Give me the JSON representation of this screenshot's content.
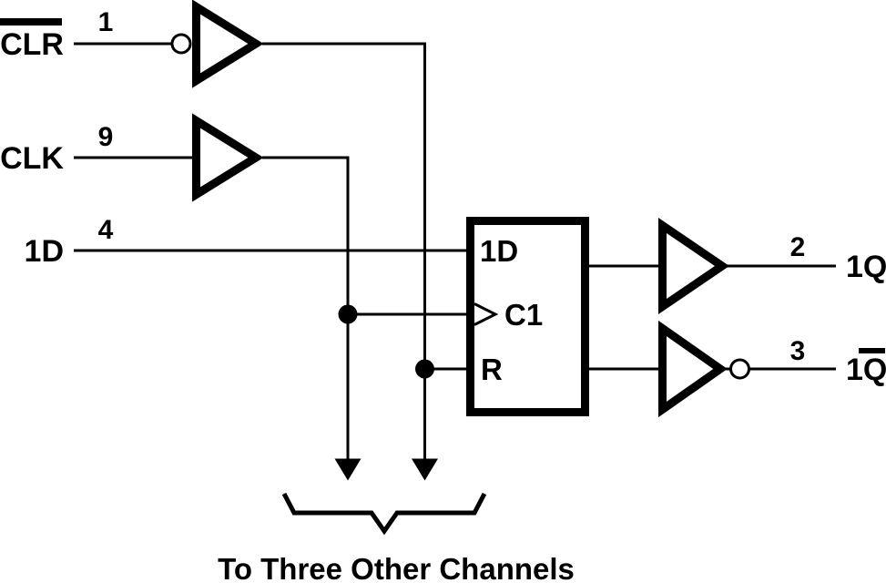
{
  "colors": {
    "ink": "#000000",
    "paper": "#ffffff"
  },
  "signals": {
    "clr": {
      "label": "CLR",
      "pin": "1",
      "active_low": true
    },
    "clk": {
      "label": "CLK",
      "pin": "9",
      "active_low": false
    },
    "d": {
      "label": "1D",
      "pin": "4",
      "active_low": false
    },
    "q": {
      "label": "1Q",
      "pin": "2",
      "active_low": false
    },
    "qbar": {
      "label": "1Q",
      "pin": "3",
      "active_low": true
    }
  },
  "flip_flop": {
    "d_input": "1D",
    "clock_input": "C1",
    "reset_input": "R"
  },
  "caption": "To Three Other Channels"
}
